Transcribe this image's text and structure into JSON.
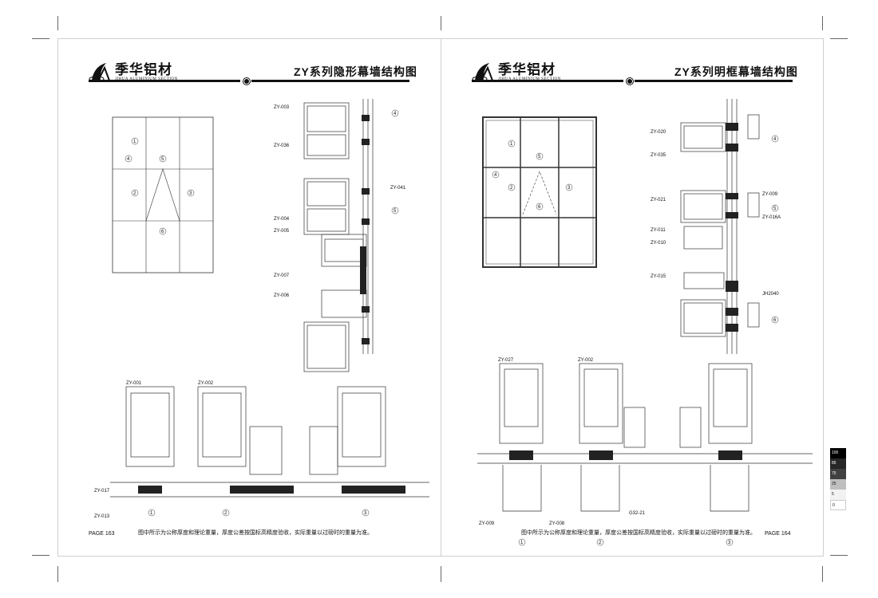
{
  "brand": {
    "name_cn": "季华铝材",
    "name_en": "JIHUA ALUMINIUM SECTION"
  },
  "left": {
    "title": "ZY系列隐形幕墙结构图",
    "page": "PAGE 163",
    "note": "图中所示为公称厚度和理论重量，厚度公差按国标高精度验收，实际重量以过磅时的重量为准。",
    "elevation_marks": [
      "1",
      "4",
      "5",
      "2",
      "3",
      "6"
    ],
    "section_labels": [
      "ZY-003",
      "ZY-036",
      "ZY-041",
      "ZY-004",
      "ZY-005",
      "ZY-007",
      "ZY-006"
    ],
    "section_marks": [
      "4",
      "5"
    ],
    "bottom_labels": [
      "ZY-001",
      "ZY-002",
      "ZY-017",
      "ZY-013"
    ],
    "bottom_marks": [
      "1",
      "2",
      "3"
    ]
  },
  "right": {
    "title": "ZY系列明框幕墙结构图",
    "page": "PAGE 164",
    "note": "图中所示为公称厚度和理论重量，厚度公差按国标高精度验收，实际重量以过磅时的重量为准。",
    "elevation_marks": [
      "1",
      "5",
      "4",
      "2",
      "3",
      "6"
    ],
    "section_labels": [
      "ZY-020",
      "ZY-035",
      "ZY-021",
      "ZY-009",
      "ZY-016A",
      "ZY-011",
      "ZY-010",
      "ZY-015",
      "JH2040"
    ],
    "section_marks": [
      "4",
      "5",
      "6"
    ],
    "bottom_labels": [
      "ZY-027",
      "ZY-002",
      "ZY-009",
      "ZY-008",
      "G32-21"
    ],
    "bottom_marks": [
      "1",
      "2",
      "3"
    ]
  },
  "scale": [
    "100",
    "85",
    "75",
    "25",
    "5",
    "0"
  ]
}
